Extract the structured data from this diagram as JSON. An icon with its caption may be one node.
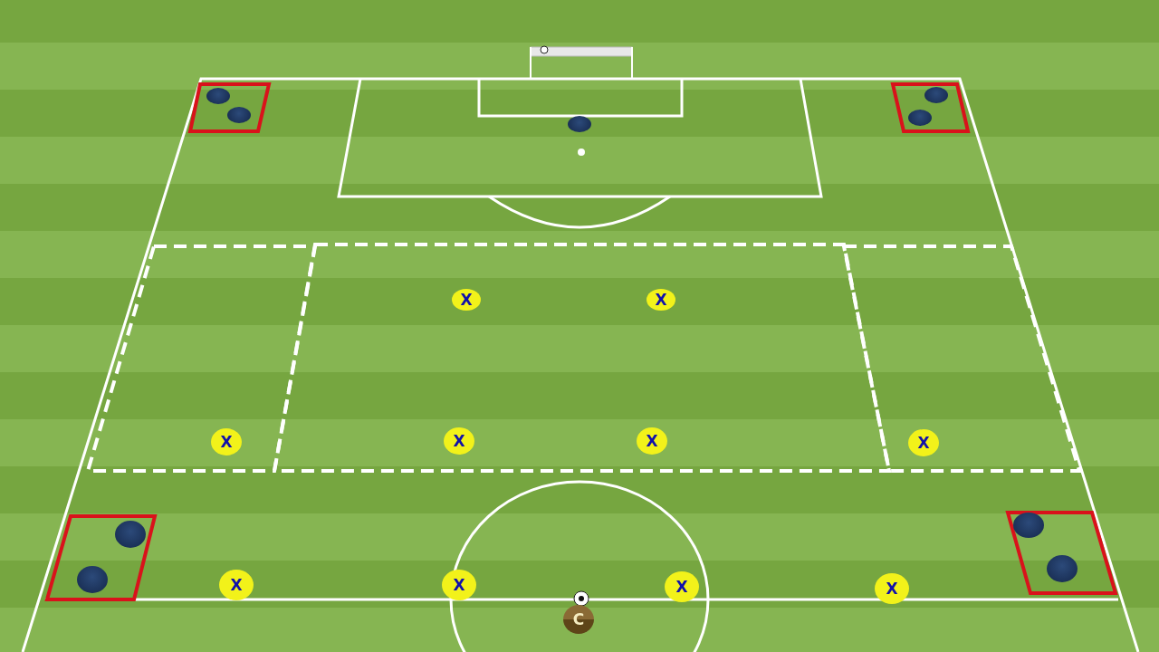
{
  "diagram": {
    "nodes": [
      {
        "text": [],
        "shape": "circle"
      },
      {
        "text": [],
        "shape": "circle"
      },
      {
        "text": [],
        "shape": "circle"
      },
      {
        "text": [],
        "shape": "circle"
      },
      {
        "text": [],
        "shape": "circle"
      },
      {
        "text": [
          "X"
        ]
      },
      {
        "text": [
          "X"
        ]
      },
      {
        "text": [
          "X"
        ]
      },
      {
        "text": [
          "X"
        ]
      },
      {
        "text": [
          "X"
        ]
      },
      {
        "text": [
          "X"
        ]
      },
      {
        "text": [],
        "shape": "circle"
      },
      {
        "text": [],
        "shape": "circle"
      },
      {
        "text": [],
        "shape": "circle"
      },
      {
        "text": [],
        "shape": "circle"
      },
      {
        "text": [
          "X"
        ]
      },
      {
        "text": [
          "X"
        ]
      },
      {
        "text": [
          "X"
        ]
      },
      {
        "text": [
          "X"
        ]
      },
      {
        "text": [
          "C"
        ]
      }
    ]
  }
}
